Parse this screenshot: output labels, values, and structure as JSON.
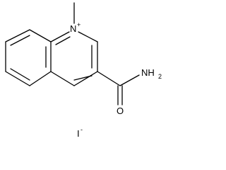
{
  "molecule": {
    "atoms": {
      "ring_nitrogen": {
        "symbol": "N",
        "charge": "+"
      },
      "amide_nitrogen": {
        "symbol": "NH",
        "subscript": "2"
      },
      "carbonyl_oxygen": {
        "symbol": "O"
      },
      "counter_ion": {
        "symbol": "I",
        "charge": "-"
      }
    }
  }
}
